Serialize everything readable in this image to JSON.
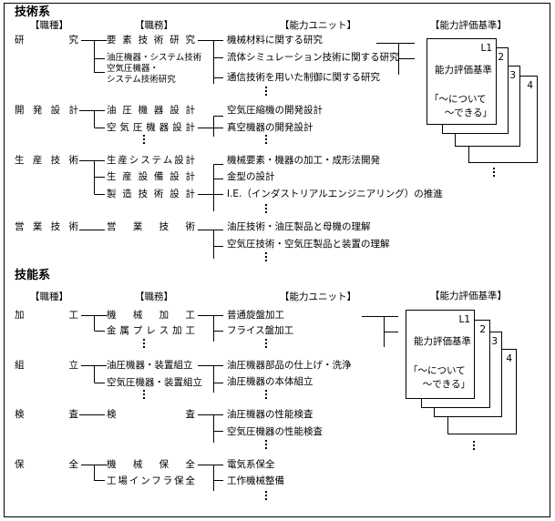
{
  "technical": {
    "title": "技術系",
    "headers": {
      "job_type": "【職種】",
      "duties": "【職務】",
      "ability_unit": "【能力ユニット】",
      "criteria": "【能力評価基準】"
    },
    "groups": [
      {
        "job_type": "研究",
        "duties": [
          "要素技術研究",
          "油圧機器・システム技術",
          "空気圧機器・",
          "システム技術研究"
        ],
        "units": [
          "機械材料に関する研究",
          "流体シミュレーション技術に関する研究",
          "通信技術を用いた制御に関する研究"
        ]
      },
      {
        "job_type": "開発設計",
        "duties": [
          "油圧機器設計",
          "空気圧機器設計"
        ],
        "units": [
          "空気圧縮機の開発設計",
          "真空機器の開発設計"
        ]
      },
      {
        "job_type": "生産技術",
        "duties": [
          "生産システム設計",
          "生産設備設計",
          "製造技術設計"
        ],
        "units": [
          "機械要素・機器の加工・成形法開発",
          "金型の設計",
          "I.E.（インダストリアルエンジニアリング）の推進"
        ]
      },
      {
        "job_type": "営業技術",
        "duties": [
          "営業技術"
        ],
        "units": [
          "油圧技術・油圧製品と母機の理解",
          "空気圧技術・空気圧製品と装置の理解"
        ]
      }
    ],
    "cards": {
      "levels": [
        "L1",
        "2",
        "3",
        "4"
      ],
      "name": "能力評価基準",
      "desc1": "「～について",
      "desc2": "～できる」"
    }
  },
  "skill": {
    "title": "技能系",
    "headers": {
      "job_type": "【職種】",
      "duties": "【職務】",
      "ability_unit": "【能力ユニット】",
      "criteria": "【能力評価基準】"
    },
    "groups": [
      {
        "job_type": "加工",
        "duties": [
          "機械加工",
          "金属プレス加工"
        ],
        "units": [
          "普通旋盤加工",
          "フライス盤加工"
        ]
      },
      {
        "job_type": "組立",
        "duties": [
          "油圧機器・装置組立",
          "空気圧機器・装置組立"
        ],
        "units": [
          "油圧機器部品の仕上げ・洗浄",
          "油圧機器の本体組立"
        ]
      },
      {
        "job_type": "検査",
        "duties": [
          "検査"
        ],
        "units": [
          "油圧機器の性能検査",
          "空気圧機器の性能検査"
        ]
      },
      {
        "job_type": "保全",
        "duties": [
          "機械保全",
          "工場インフラ保全"
        ],
        "units": [
          "電気系保全",
          "工作機械整備"
        ]
      }
    ],
    "cards": {
      "levels": [
        "L1",
        "2",
        "3",
        "4"
      ],
      "name": "能力評価基準",
      "desc1": "「～について",
      "desc2": "～できる」"
    }
  }
}
